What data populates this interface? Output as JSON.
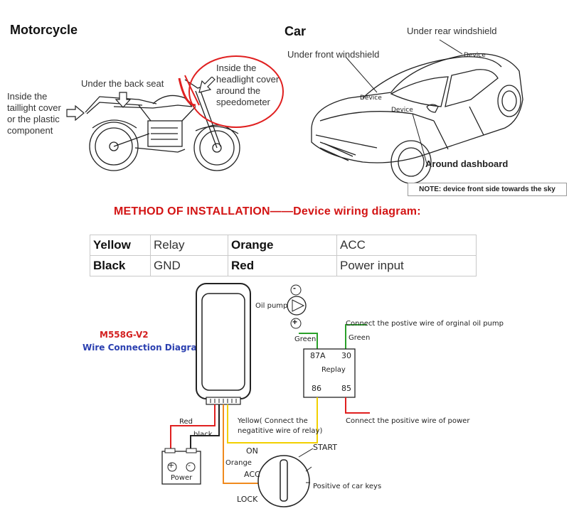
{
  "motorcycle": {
    "title": "Motorcycle",
    "label_seat": "Under the back seat",
    "label_taillight": [
      "Inside the",
      "taillight cover",
      "or the plastic",
      "component"
    ],
    "label_headlight": [
      "Inside the",
      "headlight cover",
      "around the",
      "speedometer"
    ]
  },
  "car": {
    "title": "Car",
    "label_rear": "Under rear windshield",
    "label_front": "Under front windshield",
    "label_dashboard": "Around dashboard",
    "device_tag_1": "Device",
    "device_tag_2": "Device",
    "device_tag_3": "Device",
    "note": "NOTE: device front side towards the sky"
  },
  "method_title": "METHOD OF INSTALLATION——Device wiring diagram:",
  "wiring_table": [
    [
      "Yellow",
      "Relay",
      "Orange",
      "ACC"
    ],
    [
      "Black",
      "GND",
      "Red",
      "Power input"
    ]
  ],
  "diagram": {
    "model": "M558G-V2",
    "subtitle": "Wire Connection Diagram",
    "oil_pump": "Oil pump",
    "minus": "-",
    "plus": "+",
    "green1": "Green",
    "green2": "Green",
    "connect_oil": "Connect the postive wire of orginal oil pump",
    "pin_87a": "87A",
    "pin_30": "30",
    "replay": "Replay",
    "pin_86": "86",
    "pin_85": "85",
    "connect_power": "Connect the positive wire of power",
    "red": "Red",
    "black": "black",
    "yellow_note_1": "Yellow( Connect the",
    "yellow_note_2": "negatitive wire of relay)",
    "orange": "Orange",
    "on": "ON",
    "start": "START",
    "acc": "ACC",
    "lock": "LOCK",
    "power": "Power",
    "positive_keys": "Positive of car keys"
  },
  "colors": {
    "red_wire": "#e02020",
    "green_wire": "#2aa02a",
    "yellow_wire": "#f2d000",
    "orange_wire": "#f08a1e",
    "blue_text": "#2a3fb0",
    "model_red": "#d32020"
  }
}
